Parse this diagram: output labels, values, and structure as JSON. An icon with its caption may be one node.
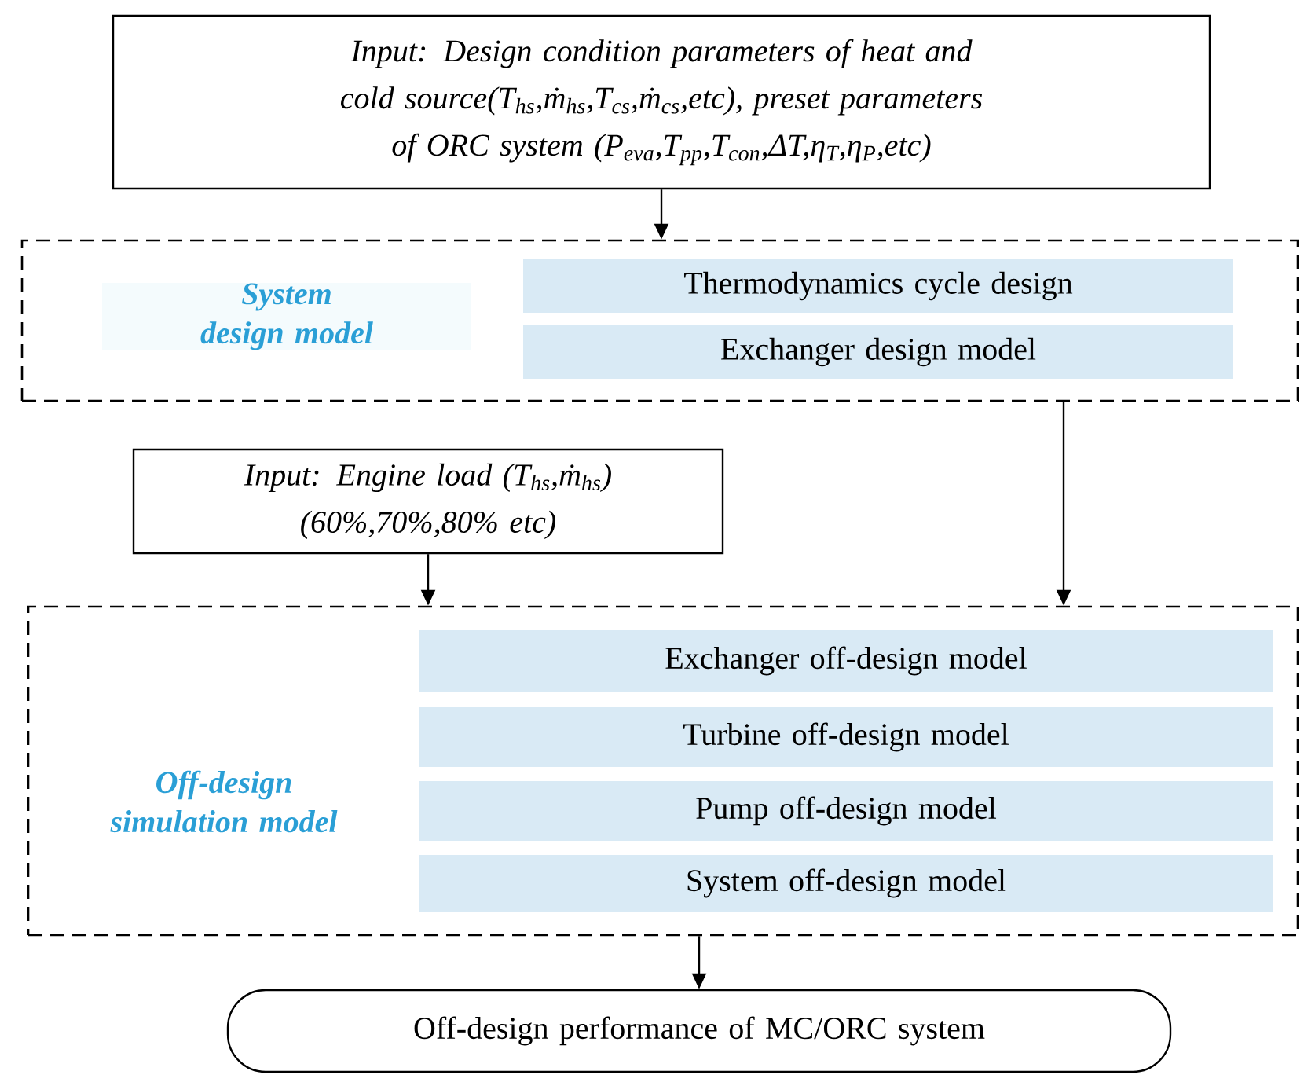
{
  "diagram": {
    "nodes": [
      {
        "text": [
          "Input: Design condition parameters of heat and cold source(T$_{hs}$,ṁ$_{hs}$,T$_{cs}$,ṁ$_{cs}$,etc), preset parameters of ORC system (P$_{eva}$,T$_{pp}$,T$_{con}$,ΔT,η$_{T}$,η$_{P}$,etc)"
        ]
      },
      {
        "text": [],
        "shape": "box"
      },
      {
        "text": [
          "System design model"
        ],
        "in": 1
      },
      {
        "text": [
          "Thermodynamics cycle design"
        ],
        "in": 1
      },
      {
        "text": [
          "Exchanger design model"
        ],
        "in": 1
      },
      {
        "text": [
          "Input: Engine load (T$_{hs}$,ṁ$_{hs}$) (60%,70%,80% etc)"
        ]
      },
      {
        "text": [],
        "shape": "box"
      },
      {
        "text": [
          "Off-design simulation model"
        ],
        "in": 6
      },
      {
        "text": [
          "Exchanger off-design model"
        ],
        "in": 6
      },
      {
        "text": [
          "Turbine  off-design model"
        ],
        "in": 6
      },
      {
        "text": [
          "Pump  off-design model"
        ],
        "in": 6
      },
      {
        "text": [
          "System off-design  model"
        ],
        "in": 6
      },
      {
        "text": [
          "Off-design performance of MC/ORC system"
        ]
      }
    ],
    "edges": [
      {
        "from": 0,
        "to": 1,
        "arrow": "to"
      },
      {
        "from": 1,
        "to": 6,
        "arrow": "to"
      },
      {
        "from": 5,
        "to": 6,
        "arrow": "to"
      },
      {
        "from": 6,
        "to": 12,
        "arrow": "to"
      }
    ]
  }
}
